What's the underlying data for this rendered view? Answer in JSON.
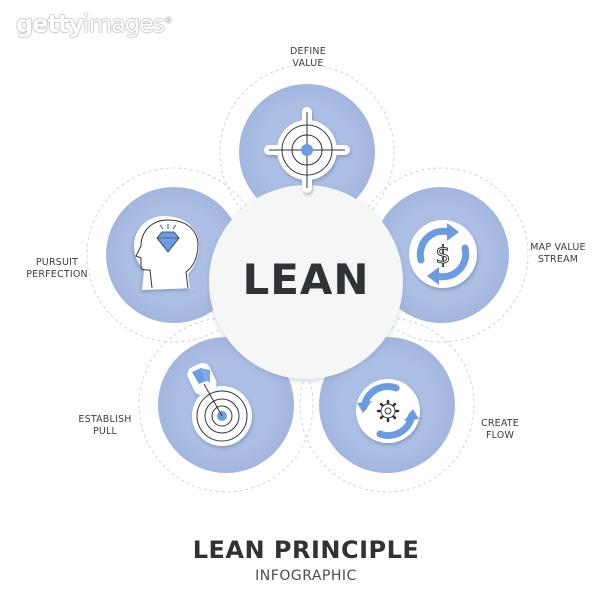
{
  "watermark": {
    "part1": "getty",
    "part2": "images",
    "mark": "®"
  },
  "center": {
    "title": "LEAN"
  },
  "colors": {
    "petal": "#a9bce3",
    "petal_shadow": "#8fa3cf",
    "center_fill": "#f5f7f7",
    "icon_accent": "#6b9be0",
    "text_dark": "#2f3336",
    "dashed_ring": "#c9d3e6"
  },
  "steps": [
    {
      "id": "define-value",
      "line1": "DEFINE",
      "line2": "VALUE",
      "icon": "crosshair-target-icon"
    },
    {
      "id": "map-value-stream",
      "line1": "MAP VALUE",
      "line2": "STREAM",
      "icon": "dollar-cycle-icon"
    },
    {
      "id": "create-flow",
      "line1": "CREATE",
      "line2": "FLOW",
      "icon": "gear-cycle-icon"
    },
    {
      "id": "establish-pull",
      "line1": "ESTABLISH",
      "line2": "PULL",
      "icon": "arrow-bullseye-icon"
    },
    {
      "id": "pursuit-perfection",
      "line1": "PURSUIT",
      "line2": "PERFECTION",
      "icon": "head-diamond-icon"
    }
  ],
  "footer": {
    "title": "LEAN PRINCIPLE",
    "subtitle": "INFOGRAPHIC"
  }
}
